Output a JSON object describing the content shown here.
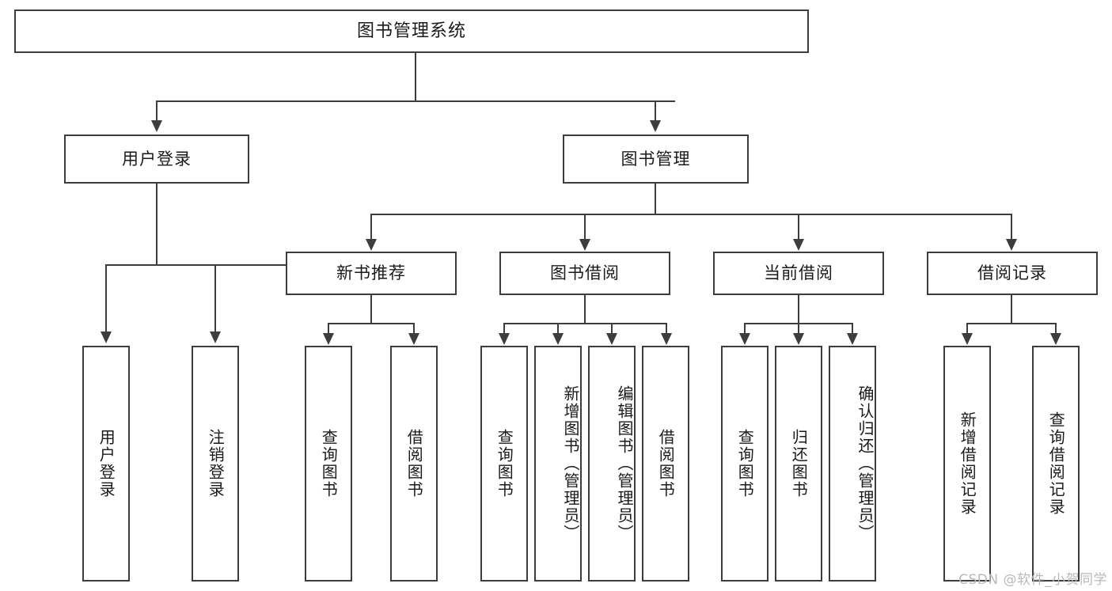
{
  "diagram": {
    "type": "tree",
    "title": "图书管理系统",
    "root": {
      "label": "图书管理系统"
    },
    "tier2": [
      {
        "label": "用户登录"
      },
      {
        "label": "图书管理"
      }
    ],
    "tier3": [
      {
        "label": "新书推荐"
      },
      {
        "label": "图书借阅"
      },
      {
        "label": "当前借阅"
      },
      {
        "label": "借阅记录"
      }
    ],
    "leaves": {
      "user_login": [
        {
          "label": "用户登录"
        },
        {
          "label": "注销登录"
        }
      ],
      "new_book": [
        {
          "label": "查询图书"
        },
        {
          "label": "借阅图书"
        }
      ],
      "book_borrow": [
        {
          "label": "查询图书"
        },
        {
          "label": "新增图书（管理员）"
        },
        {
          "label": "编辑图书（管理员）"
        },
        {
          "label": "借阅图书"
        }
      ],
      "current_borrow": [
        {
          "label": "查询图书"
        },
        {
          "label": "归还图书"
        },
        {
          "label": "确认归还（管理员）"
        }
      ],
      "borrow_record": [
        {
          "label": "新增借阅记录"
        },
        {
          "label": "查询借阅记录"
        }
      ]
    }
  },
  "watermark": {
    "text": "CSDN @软件_小贺同学"
  },
  "colors": {
    "border": "#3d3d3d",
    "background": "#ffffff",
    "text": "#1a1a1a",
    "watermark": "#b9b9b9"
  }
}
